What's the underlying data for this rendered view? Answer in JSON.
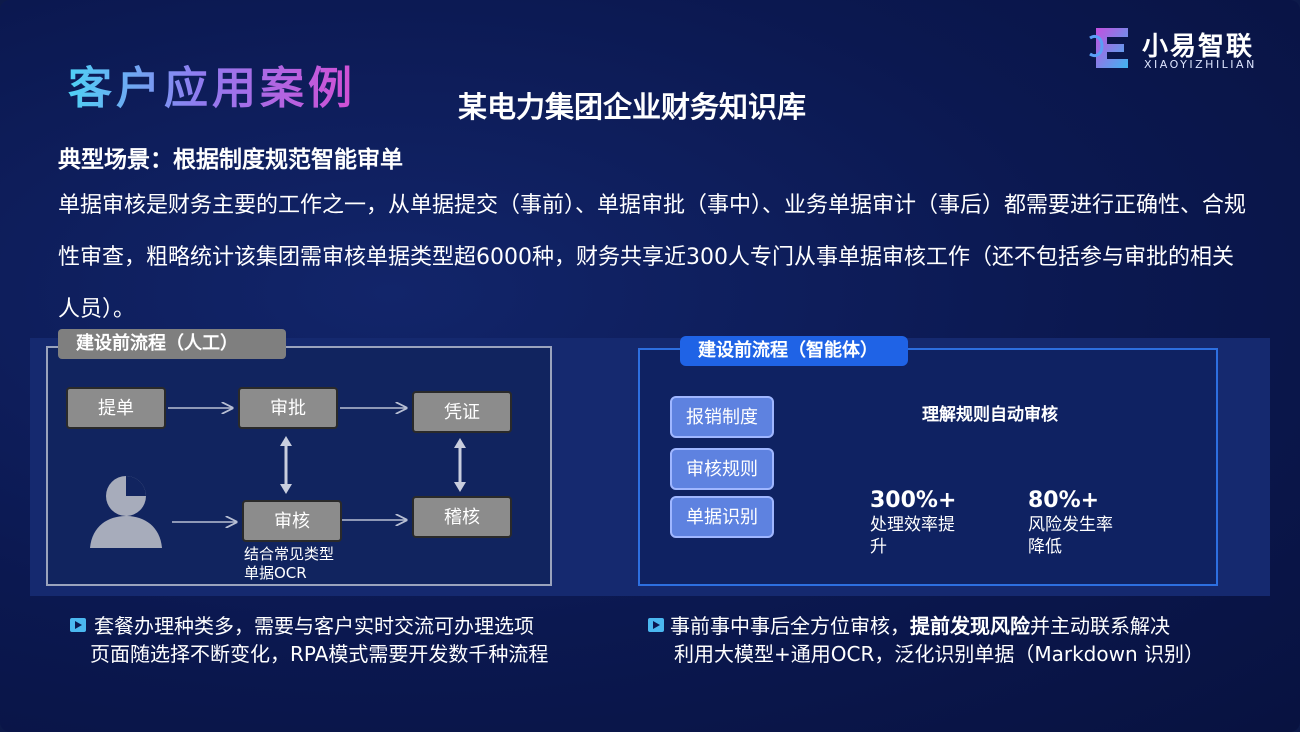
{
  "header": {
    "page_title": "客户应用案例",
    "subtitle": "某电力集团企业财务知识库",
    "logo_cn": "小易智联",
    "logo_en": "XIAOYIZHILIAN"
  },
  "scene": {
    "title": "典型场景：根据制度规范智能审单",
    "description": "单据审核是财务主要的工作之一，从单据提交（事前）、单据审批（事中）、业务单据审计（事后）都需要进行正确性、合规性审查，粗略统计该集团需审核单据类型超6000种，财务共享近300人专门从事单据审核工作（还不包括参与审批的相关人员）。"
  },
  "manual_flow": {
    "tag": "建设前流程（人工）",
    "submit": "提单",
    "approve": "审批",
    "voucher": "凭证",
    "review": "审核",
    "audit": "稽核",
    "review_note_1": "结合常见类型",
    "review_note_2": "单据OCR"
  },
  "agent_flow": {
    "tag": "建设前流程（智能体）",
    "inputs": [
      "报销制度",
      "审核规则",
      "单据识别"
    ],
    "action": "理解规则自动审核",
    "stat1_value": "300%+",
    "stat1_label_1": "处理效率提",
    "stat1_label_2": "升",
    "stat2_value": "80%+",
    "stat2_label_1": "风险发生率",
    "stat2_label_2": "降低"
  },
  "bullets": {
    "left_1": "套餐办理种类多，需要与客户实时交流可办理选项",
    "left_2": "页面随选择不断变化，RPA模式需要开发数千种流程",
    "right_1a": "事前事中事后全方位审核，",
    "right_1b": "提前发现风险",
    "right_1c": "并主动联系解决",
    "right_2": "利用大模型+通用OCR，泛化识别单据（Markdown 识别）"
  },
  "colors": {
    "background": "#0b1850",
    "manual_box": "#8c8c8c",
    "agent_box": "#5e82e0",
    "agent_border": "#2d6fe0",
    "accent_pink": "#e0338f",
    "accent_green": "#52c25a"
  }
}
